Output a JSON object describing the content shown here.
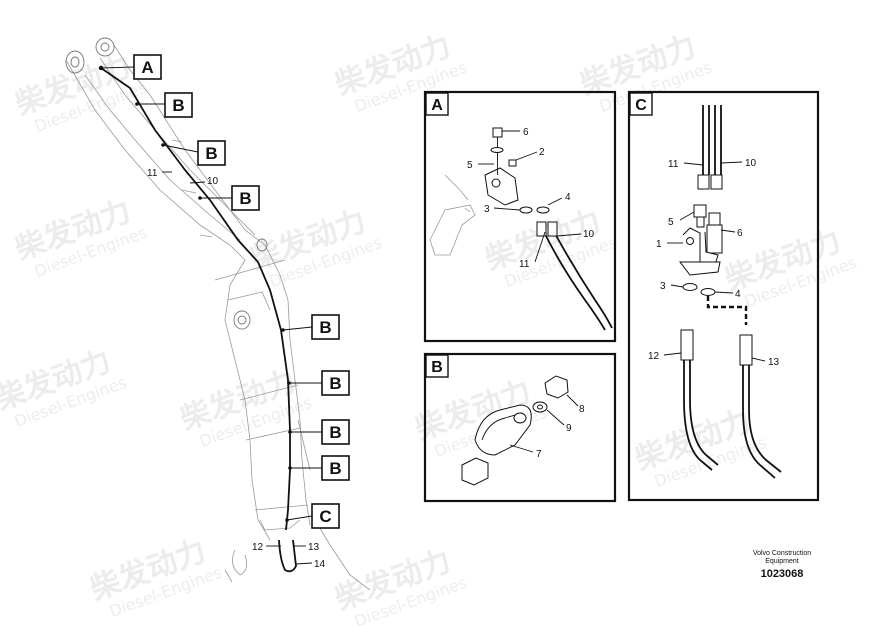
{
  "watermark": {
    "cn": "柴发动力",
    "en": "Diesel-Engines"
  },
  "callouts": {
    "a": "A",
    "b1": "B",
    "b2": "B",
    "b3": "B",
    "b4": "B",
    "b5": "B",
    "b6": "B",
    "b7": "B",
    "c": "C"
  },
  "main_labels": {
    "n11": "11",
    "n10": "10",
    "n12": "12",
    "n13": "13",
    "n14": "14"
  },
  "panel_a": {
    "tag": "A",
    "labels": {
      "p6": "6",
      "p5": "5",
      "p2": "2",
      "p4": "4",
      "p3": "3",
      "p10": "10",
      "p11": "11"
    }
  },
  "panel_b": {
    "tag": "B",
    "labels": {
      "p8": "8",
      "p9": "9",
      "p7": "7"
    }
  },
  "panel_c": {
    "tag": "C",
    "labels": {
      "p11": "11",
      "p10": "10",
      "p5": "5",
      "p6": "6",
      "p1": "1",
      "p3": "3",
      "p4": "4",
      "p12": "12",
      "p13": "13"
    }
  },
  "footer": {
    "brand_line1": "Volvo Construction",
    "brand_line2": "Equipment",
    "doc_number": "1023068"
  }
}
